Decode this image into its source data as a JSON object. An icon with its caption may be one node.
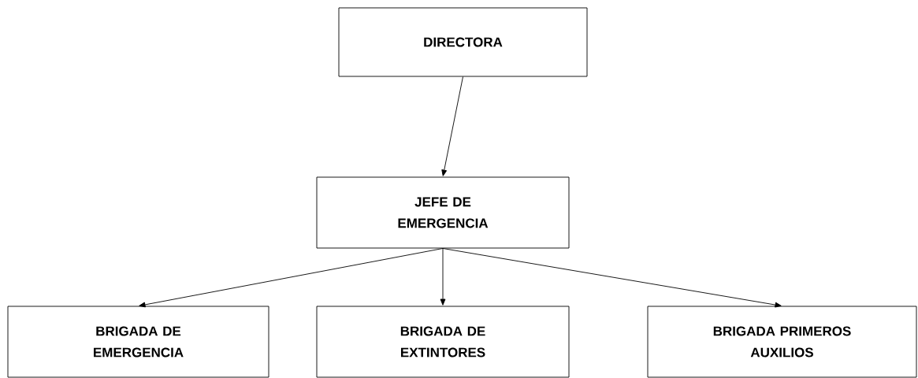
{
  "diagram": {
    "nodes": [
      {
        "text": [
          "DIRECTORA"
        ]
      },
      {
        "text": [
          "JEFE DE EMERGENCIA"
        ]
      },
      {
        "text": [
          "BRIGADA DE EMERGENCIA"
        ]
      },
      {
        "text": [
          "BRIGADA DE EXTINTORES"
        ]
      },
      {
        "text": [
          "BRIGADA PRIMEROS AUXILIOS"
        ]
      }
    ],
    "edges": [
      {
        "from": 0,
        "to": 1,
        "arrow": "to"
      },
      {
        "from": 1,
        "to": 2,
        "arrow": "to"
      },
      {
        "from": 1,
        "to": 3,
        "arrow": "to"
      },
      {
        "from": 1,
        "to": 4,
        "arrow": "to"
      }
    ]
  }
}
